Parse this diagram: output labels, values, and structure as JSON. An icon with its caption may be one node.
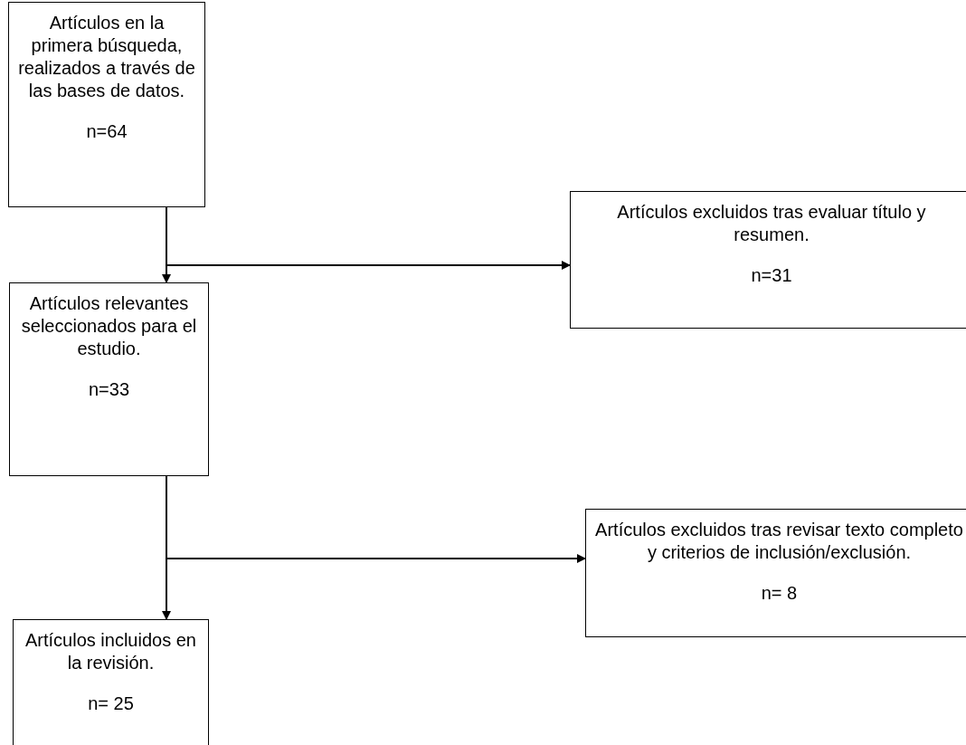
{
  "diagram": {
    "nodes": [
      {
        "text": [
          "Artículos en la primera búsqueda, realizados a través de las bases de datos.",
          "n=64"
        ]
      },
      {
        "text": [
          "Artículos excluidos tras evaluar título y resumen.",
          "n=31"
        ]
      },
      {
        "text": [
          "Artículos relevantes seleccionados para el estudio.",
          "n=33"
        ]
      },
      {
        "text": [
          "Artículos excluidos tras revisar texto completo y criterios de inclusión/exclusión.",
          "n= 8"
        ]
      },
      {
        "text": [
          "Artículos incluidos en la revisión.",
          "n= 25"
        ]
      }
    ],
    "edges": [
      {
        "from": 0,
        "to": 2,
        "arrow": "to"
      },
      {
        "from": 0,
        "to": 1,
        "arrow": "to"
      },
      {
        "from": 2,
        "to": 4,
        "arrow": "to"
      },
      {
        "from": 2,
        "to": 3,
        "arrow": "to"
      }
    ]
  }
}
